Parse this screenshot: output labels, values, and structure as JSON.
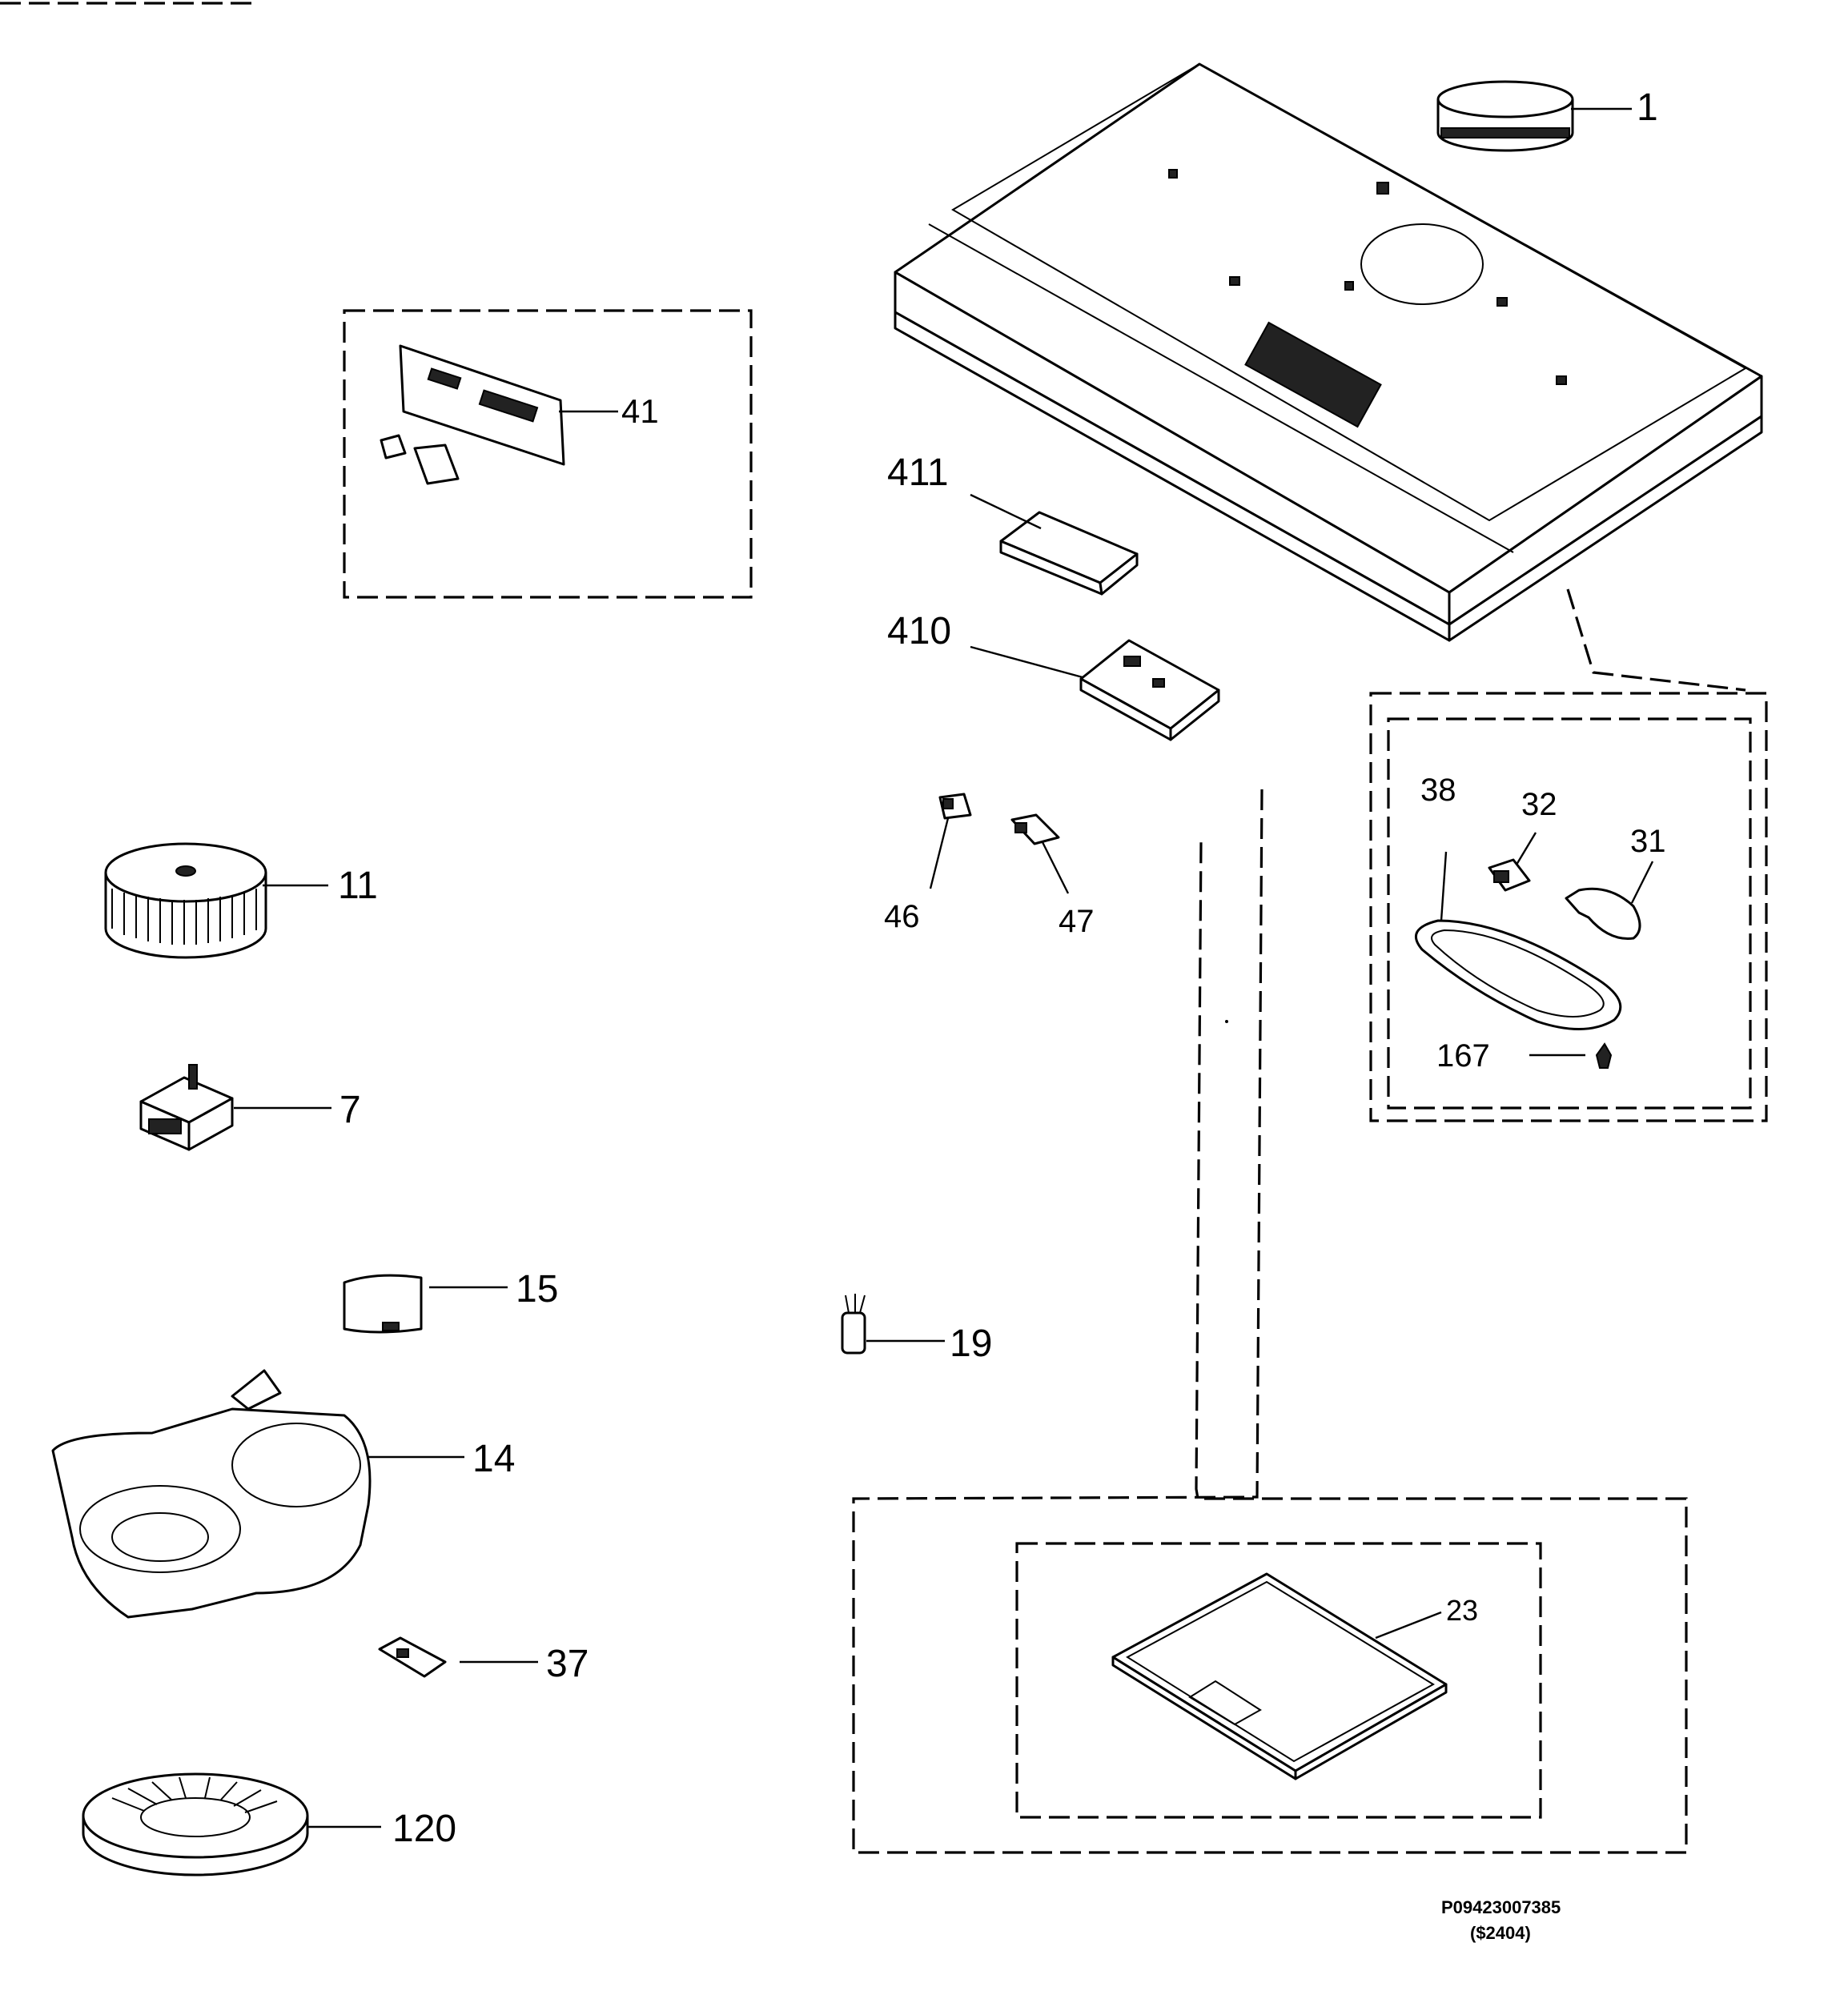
{
  "diagram": {
    "callouts": [
      {
        "id": "1",
        "text": "1"
      },
      {
        "id": "41",
        "text": "41"
      },
      {
        "id": "411",
        "text": "411"
      },
      {
        "id": "410",
        "text": "410"
      },
      {
        "id": "11",
        "text": "11"
      },
      {
        "id": "46",
        "text": "46"
      },
      {
        "id": "47",
        "text": "47"
      },
      {
        "id": "38",
        "text": "38"
      },
      {
        "id": "32",
        "text": "32"
      },
      {
        "id": "31",
        "text": "31"
      },
      {
        "id": "167",
        "text": "167"
      },
      {
        "id": "7",
        "text": "7"
      },
      {
        "id": "15",
        "text": "15"
      },
      {
        "id": "19",
        "text": "19"
      },
      {
        "id": "14",
        "text": "14"
      },
      {
        "id": "23",
        "text": "23"
      },
      {
        "id": "37",
        "text": "37"
      },
      {
        "id": "120",
        "text": "120"
      }
    ],
    "drawing_code": "P09423007385",
    "revision_code": "($2404)"
  }
}
